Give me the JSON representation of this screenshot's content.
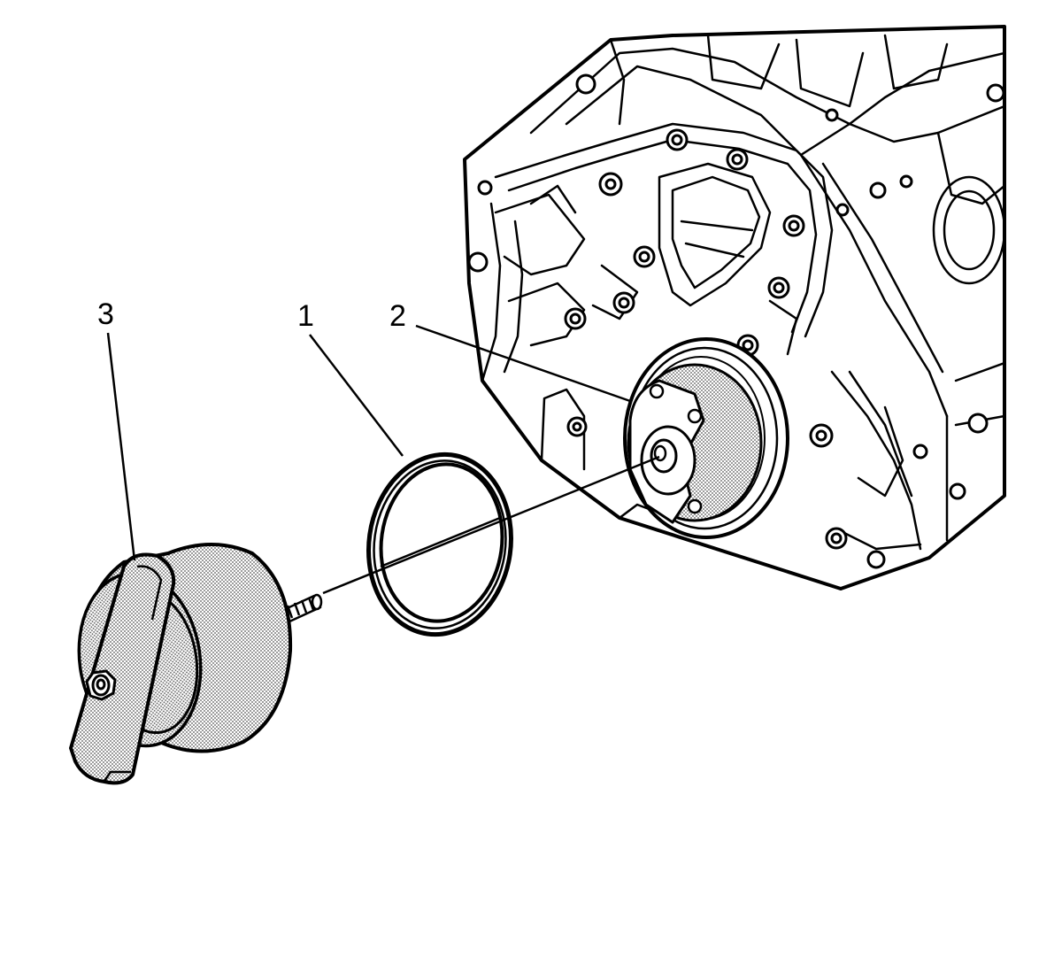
{
  "callouts": [
    {
      "id": "1",
      "label": "1",
      "part": "seal"
    },
    {
      "id": "2",
      "label": "2",
      "part": "crankshaft-front-end"
    },
    {
      "id": "3",
      "label": "3",
      "part": "seal-installer-tool"
    }
  ],
  "colors": {
    "line": "#000000",
    "background": "#ffffff",
    "shading": "#7a7a7a"
  }
}
